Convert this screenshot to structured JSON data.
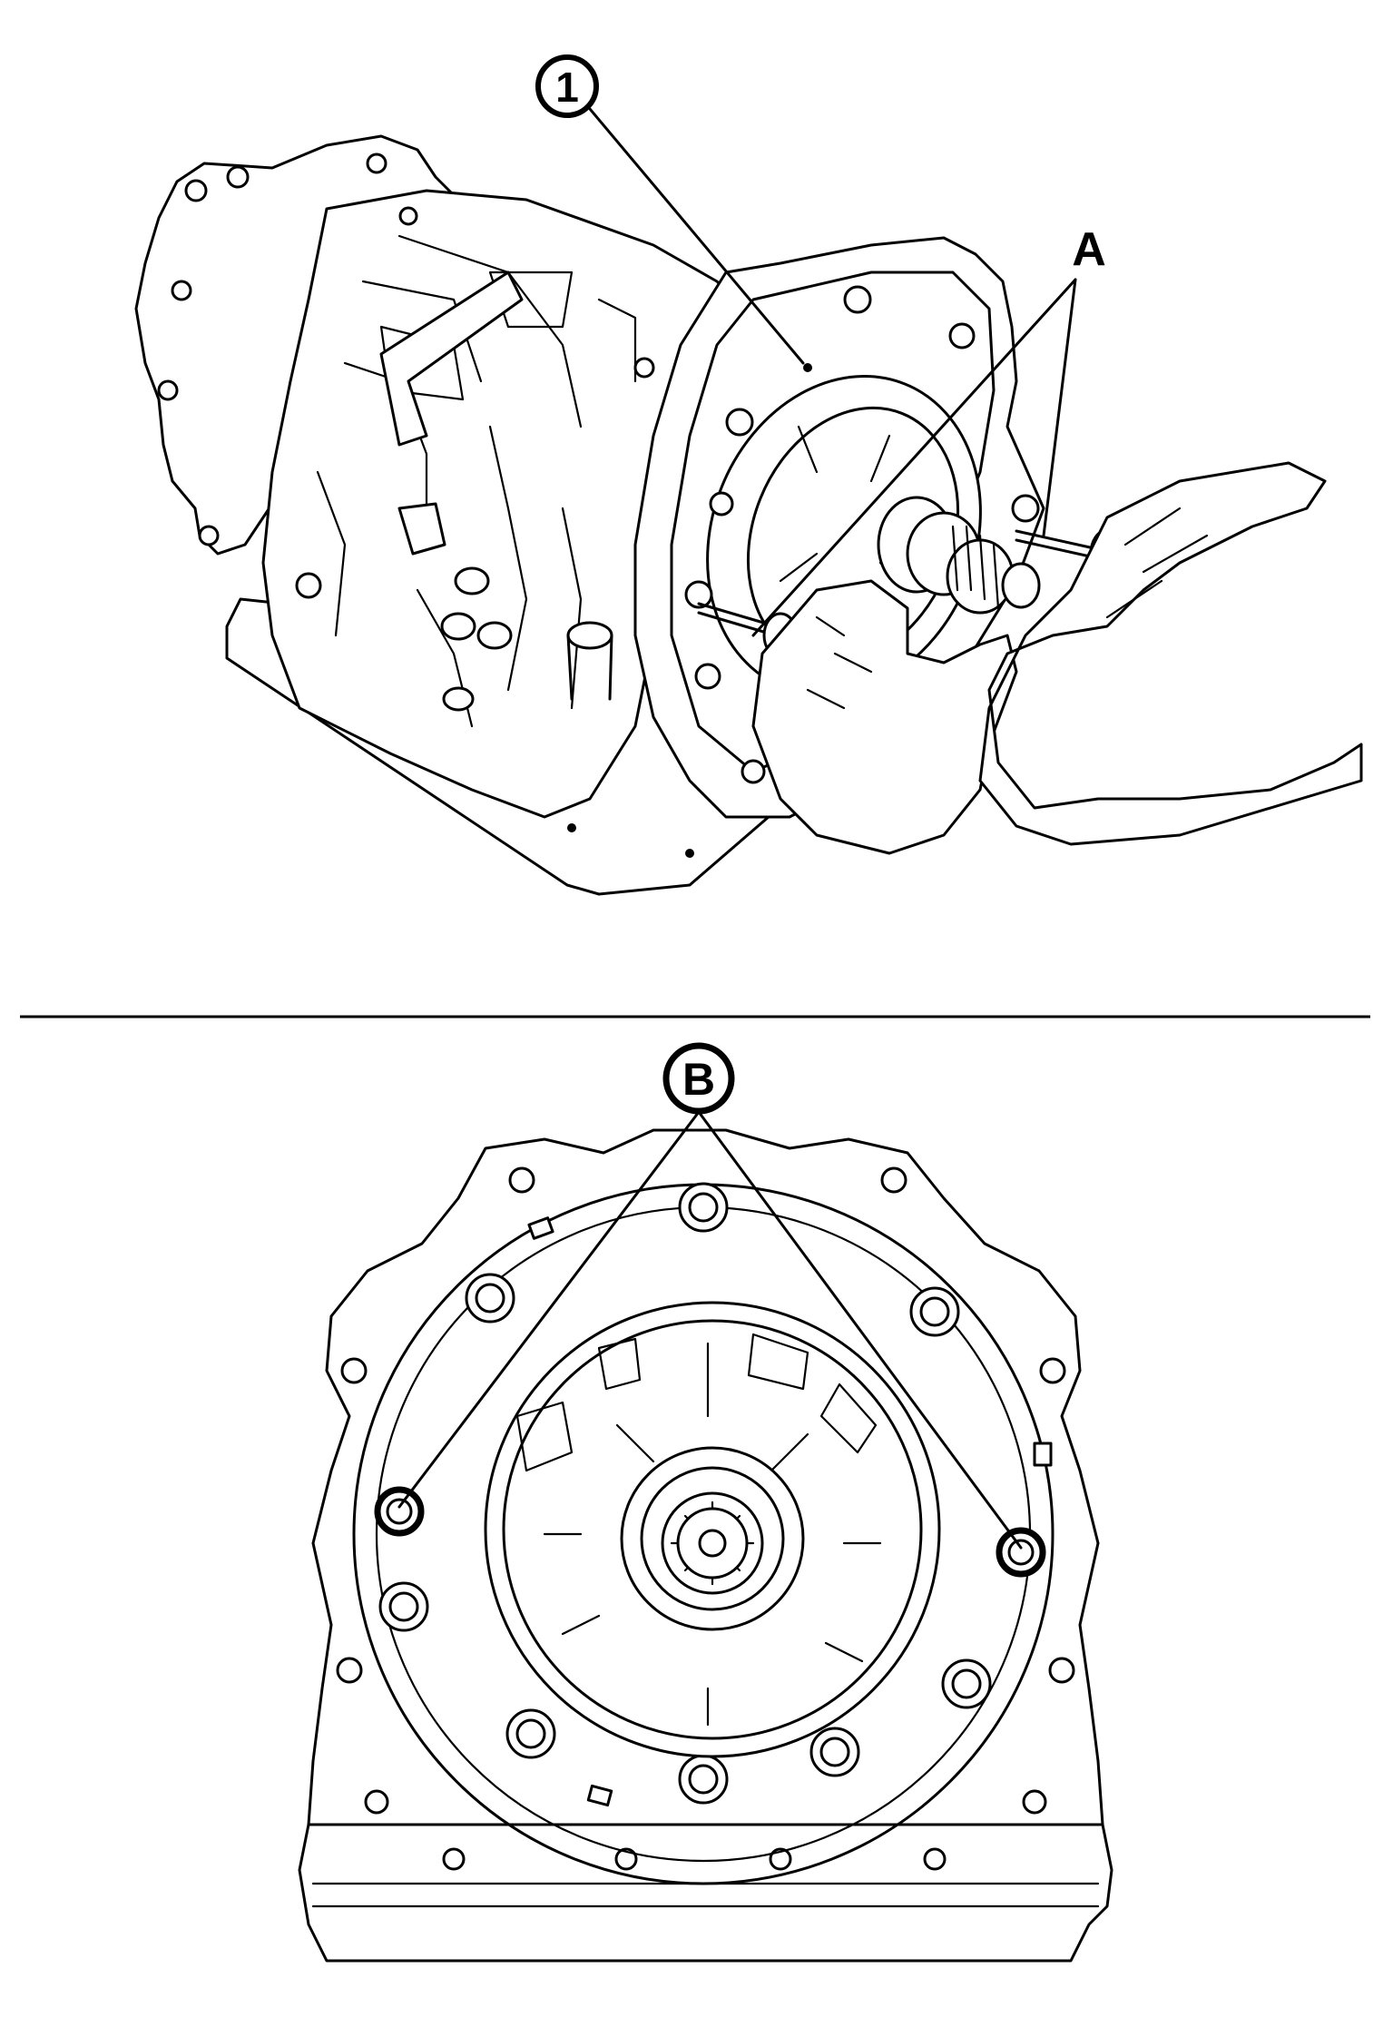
{
  "figure": {
    "callouts": {
      "part_1": "1",
      "tool_a": "A",
      "location_b": "B"
    },
    "colors": {
      "ink": "#000000",
      "paper": "#ffffff"
    }
  }
}
